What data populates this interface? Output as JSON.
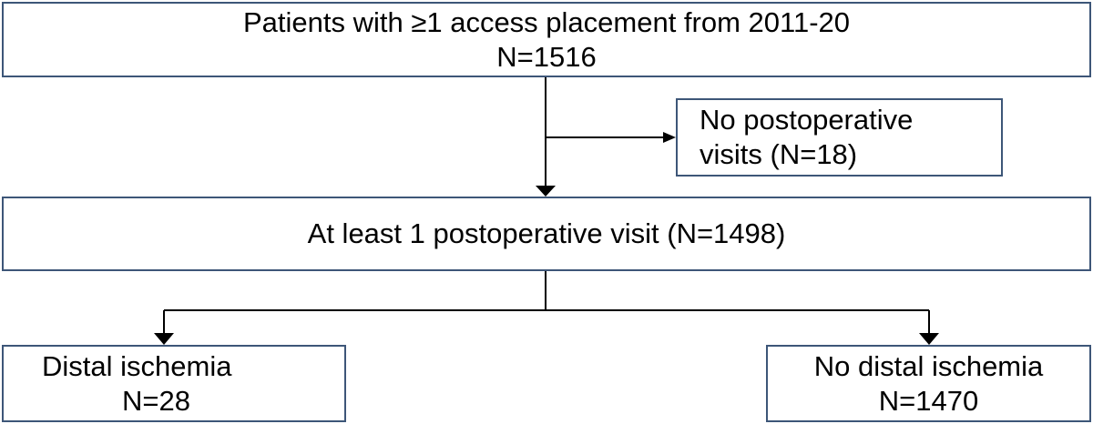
{
  "flowchart": {
    "total": {
      "line1": "Patients with ≥1 access placement from 2011-20",
      "line2": "N=1516"
    },
    "excluded": {
      "line1": "No postoperative",
      "line2": "visits (N=18)"
    },
    "included": {
      "line1": "At least 1 postoperative visit (N=1498)"
    },
    "outcome_ischemia": {
      "line1": "Distal ischemia",
      "line2": "N=28"
    },
    "outcome_no_ischemia": {
      "line1": "No distal ischemia",
      "line2": "N=1470"
    }
  },
  "colors": {
    "box_border": "#3d5678",
    "connector": "#000000",
    "text": "#000000",
    "background": "#ffffff"
  }
}
